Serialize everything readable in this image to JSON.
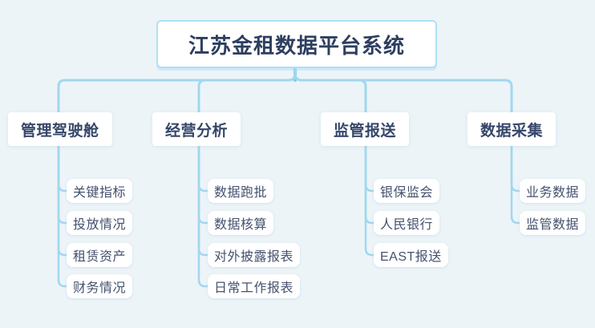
{
  "title": "江苏金租数据平台系统",
  "branches": [
    {
      "label": "管理驾驶舱",
      "children": [
        "关键指标",
        "投放情况",
        "租赁资产",
        "财务情况"
      ]
    },
    {
      "label": "经营分析",
      "children": [
        "数据跑批",
        "数据核算",
        "对外披露报表",
        "日常工作报表"
      ]
    },
    {
      "label": "监管报送",
      "children": [
        "银保监会",
        "人民银行",
        "EAST报送"
      ]
    },
    {
      "label": "数据采集",
      "children": [
        "业务数据",
        "监管数据"
      ]
    }
  ],
  "colors": {
    "background": "#ecf4f8",
    "connector": "#a2d7ee",
    "connector_accent": "#7ecbea",
    "node_background": "#ffffff",
    "title_border": "#aedff6",
    "title_text": "#2d3e5f",
    "branch_text": "#35466a",
    "child_text": "#44526e"
  }
}
